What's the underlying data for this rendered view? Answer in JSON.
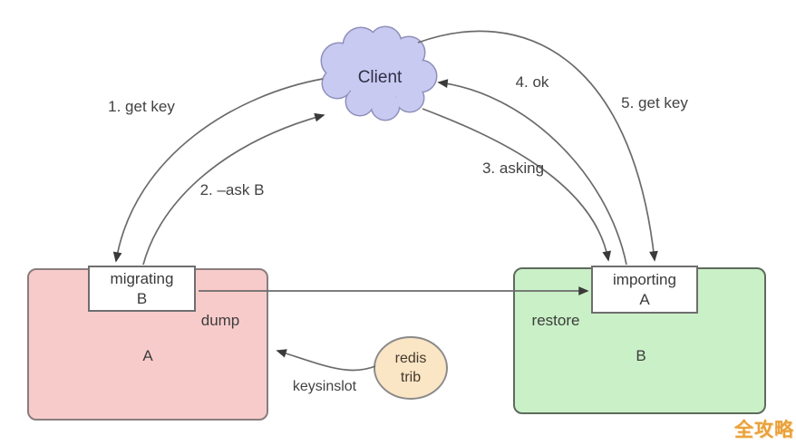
{
  "cloud": {
    "label": "Client"
  },
  "boxes": {
    "a": {
      "name": "A",
      "tab": {
        "line1": "migrating",
        "line2": "B"
      },
      "action": "dump"
    },
    "b": {
      "name": "B",
      "tab": {
        "line1": "importing",
        "line2": "A"
      },
      "action": "restore"
    }
  },
  "trib": {
    "line1": "redis",
    "line2": "trib"
  },
  "edges": {
    "step1": "1. get key",
    "step2": "2. –ask B",
    "step3": "3. asking",
    "step4": "4. ok",
    "step5": "5. get key",
    "keysinslot": "keysinslot"
  },
  "watermark": "全攻略",
  "colors": {
    "cloud_fill": "#c9caf2",
    "cloud_stroke": "#9091ba",
    "box_a_fill": "#f8cbcb",
    "box_a_stroke": "#8a7d7d",
    "box_b_fill": "#c9f0c6",
    "box_b_stroke": "#5f6b5f",
    "tab_fill": "#ffffff",
    "tab_stroke": "#6e6e6e",
    "trib_fill": "#fae5c4",
    "trib_stroke": "#8a8a8a",
    "arrow_line": "#6b6b6b",
    "arrowhead": "#3a3a3a",
    "text": "#424242",
    "watermark": "#e8a13c"
  }
}
